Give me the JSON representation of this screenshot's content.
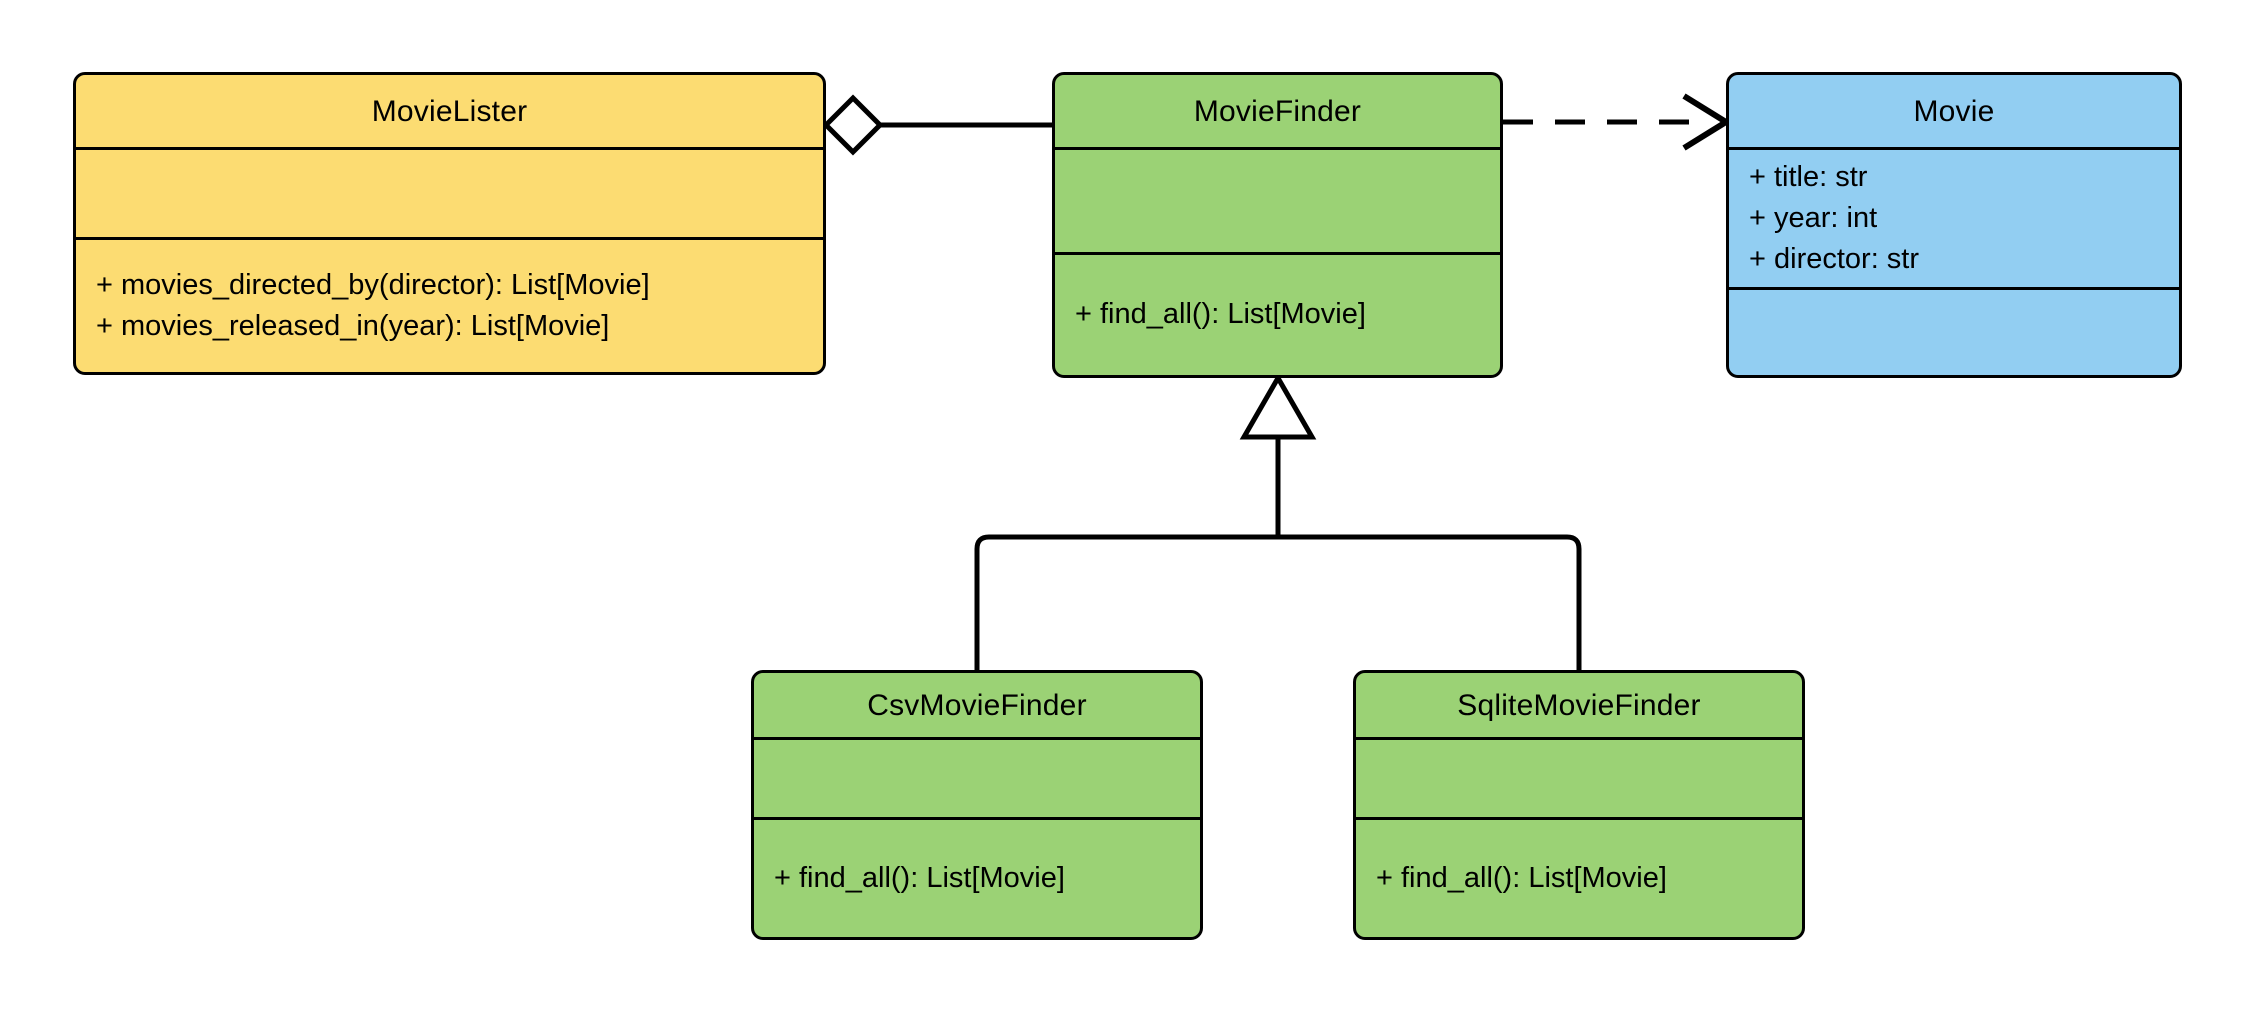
{
  "diagram": {
    "title": "MovieLister dependency injection UML class diagram",
    "type": "uml-class-diagram",
    "background_color": "#ffffff",
    "line_color": "#000000"
  },
  "classes": [
    {
      "id": "movielister",
      "name": "MovieLister",
      "fill_color": "#fcdc72",
      "attributes": [],
      "methods": [
        "+ movies_directed_by(director): List[Movie]",
        "+ movies_released_in(year): List[Movie]"
      ]
    },
    {
      "id": "moviefinder",
      "name": "MovieFinder",
      "fill_color": "#9bd275",
      "attributes": [],
      "methods": [
        "+ find_all(): List[Movie]"
      ]
    },
    {
      "id": "movie",
      "name": "Movie",
      "fill_color": "#92cef2",
      "attributes": [
        "+ title: str",
        "+ year: int",
        "+ director: str"
      ],
      "methods": []
    },
    {
      "id": "csvmoviefinder",
      "name": "CsvMovieFinder",
      "fill_color": "#9bd275",
      "attributes": [],
      "methods": [
        "+ find_all(): List[Movie]"
      ]
    },
    {
      "id": "sqlitemoviefinder",
      "name": "SqliteMovieFinder",
      "fill_color": "#9bd275",
      "attributes": [],
      "methods": [
        "+ find_all(): List[Movie]"
      ]
    }
  ],
  "relationships": [
    {
      "id": "aggregation-movielister-moviefinder",
      "type": "aggregation",
      "from": "MovieLister",
      "to": "MovieFinder",
      "marker": "hollow-diamond",
      "line_style": "solid"
    },
    {
      "id": "dependency-moviefinder-movie",
      "type": "dependency",
      "from": "MovieFinder",
      "to": "Movie",
      "marker": "open-arrow",
      "line_style": "dashed"
    },
    {
      "id": "generalization-csvmoviefinder-moviefinder",
      "type": "generalization",
      "from": "CsvMovieFinder",
      "to": "MovieFinder",
      "marker": "hollow-triangle",
      "line_style": "solid"
    },
    {
      "id": "generalization-sqlitemoviefinder-moviefinder",
      "type": "generalization",
      "from": "SqliteMovieFinder",
      "to": "MovieFinder",
      "marker": "hollow-triangle",
      "line_style": "solid"
    }
  ]
}
